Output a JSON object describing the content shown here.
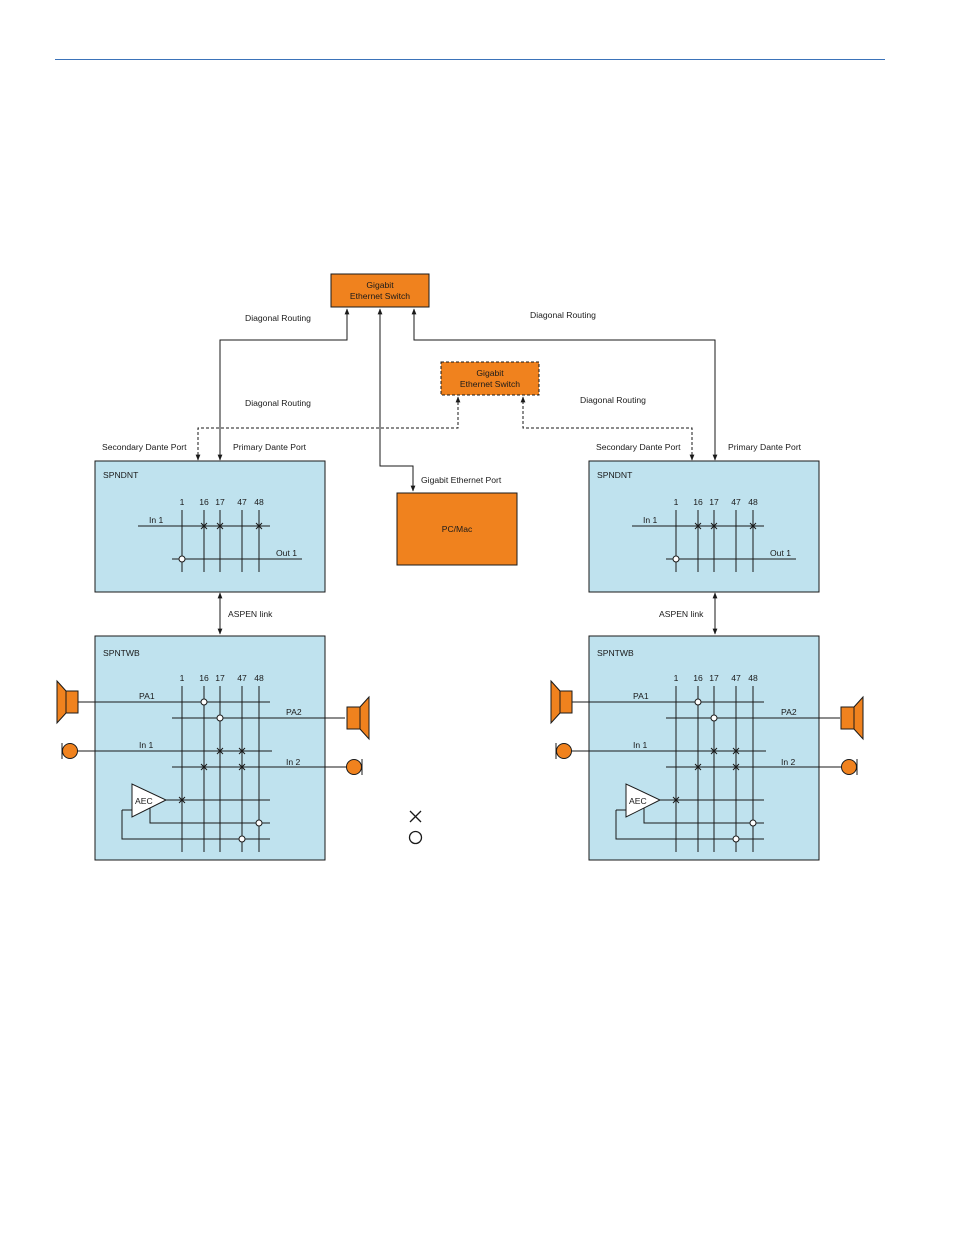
{
  "colors": {
    "orange": "#f0821e",
    "panel": "#bfe2ee",
    "rule": "#3b73b9",
    "line": "#1a1a1a"
  },
  "switch_main": {
    "line1": "Gigabit",
    "line2": "Ethernet Switch"
  },
  "switch_secondary": {
    "line1": "Gigabit",
    "line2": "Ethernet Switch"
  },
  "labels": {
    "diag_left_top": "Diagonal Routing",
    "diag_right_top": "Diagonal Routing",
    "diag_left_mid": "Diagonal Routing",
    "diag_right_mid": "Diagonal Routing",
    "gig_port": "Gigabit Ethernet Port",
    "pc": "PC/Mac"
  },
  "units": [
    {
      "secondary_port": "Secondary Dante Port",
      "primary_port": "Primary Dante Port",
      "dnt_title": "SPNDNT",
      "dnt_cols": [
        "1",
        "16",
        "17",
        "47",
        "48"
      ],
      "dnt_in": "In 1",
      "dnt_out": "Out 1",
      "link": "ASPEN link",
      "twb_title": "SPNTWB",
      "twb_cols": [
        "1",
        "16",
        "17",
        "47",
        "48"
      ],
      "pa1": "PA1",
      "pa2": "PA2",
      "in1": "In 1",
      "in2": "In 2",
      "aec": "AEC"
    },
    {
      "secondary_port": "Secondary Dante Port",
      "primary_port": "Primary Dante Port",
      "dnt_title": "SPNDNT",
      "dnt_cols": [
        "1",
        "16",
        "17",
        "47",
        "48"
      ],
      "dnt_in": "In 1",
      "dnt_out": "Out 1",
      "link": "ASPEN link",
      "twb_title": "SPNTWB",
      "twb_cols": [
        "1",
        "16",
        "17",
        "47",
        "48"
      ],
      "pa1": "PA1",
      "pa2": "PA2",
      "in1": "In 1",
      "in2": "In 2",
      "aec": "AEC"
    }
  ]
}
